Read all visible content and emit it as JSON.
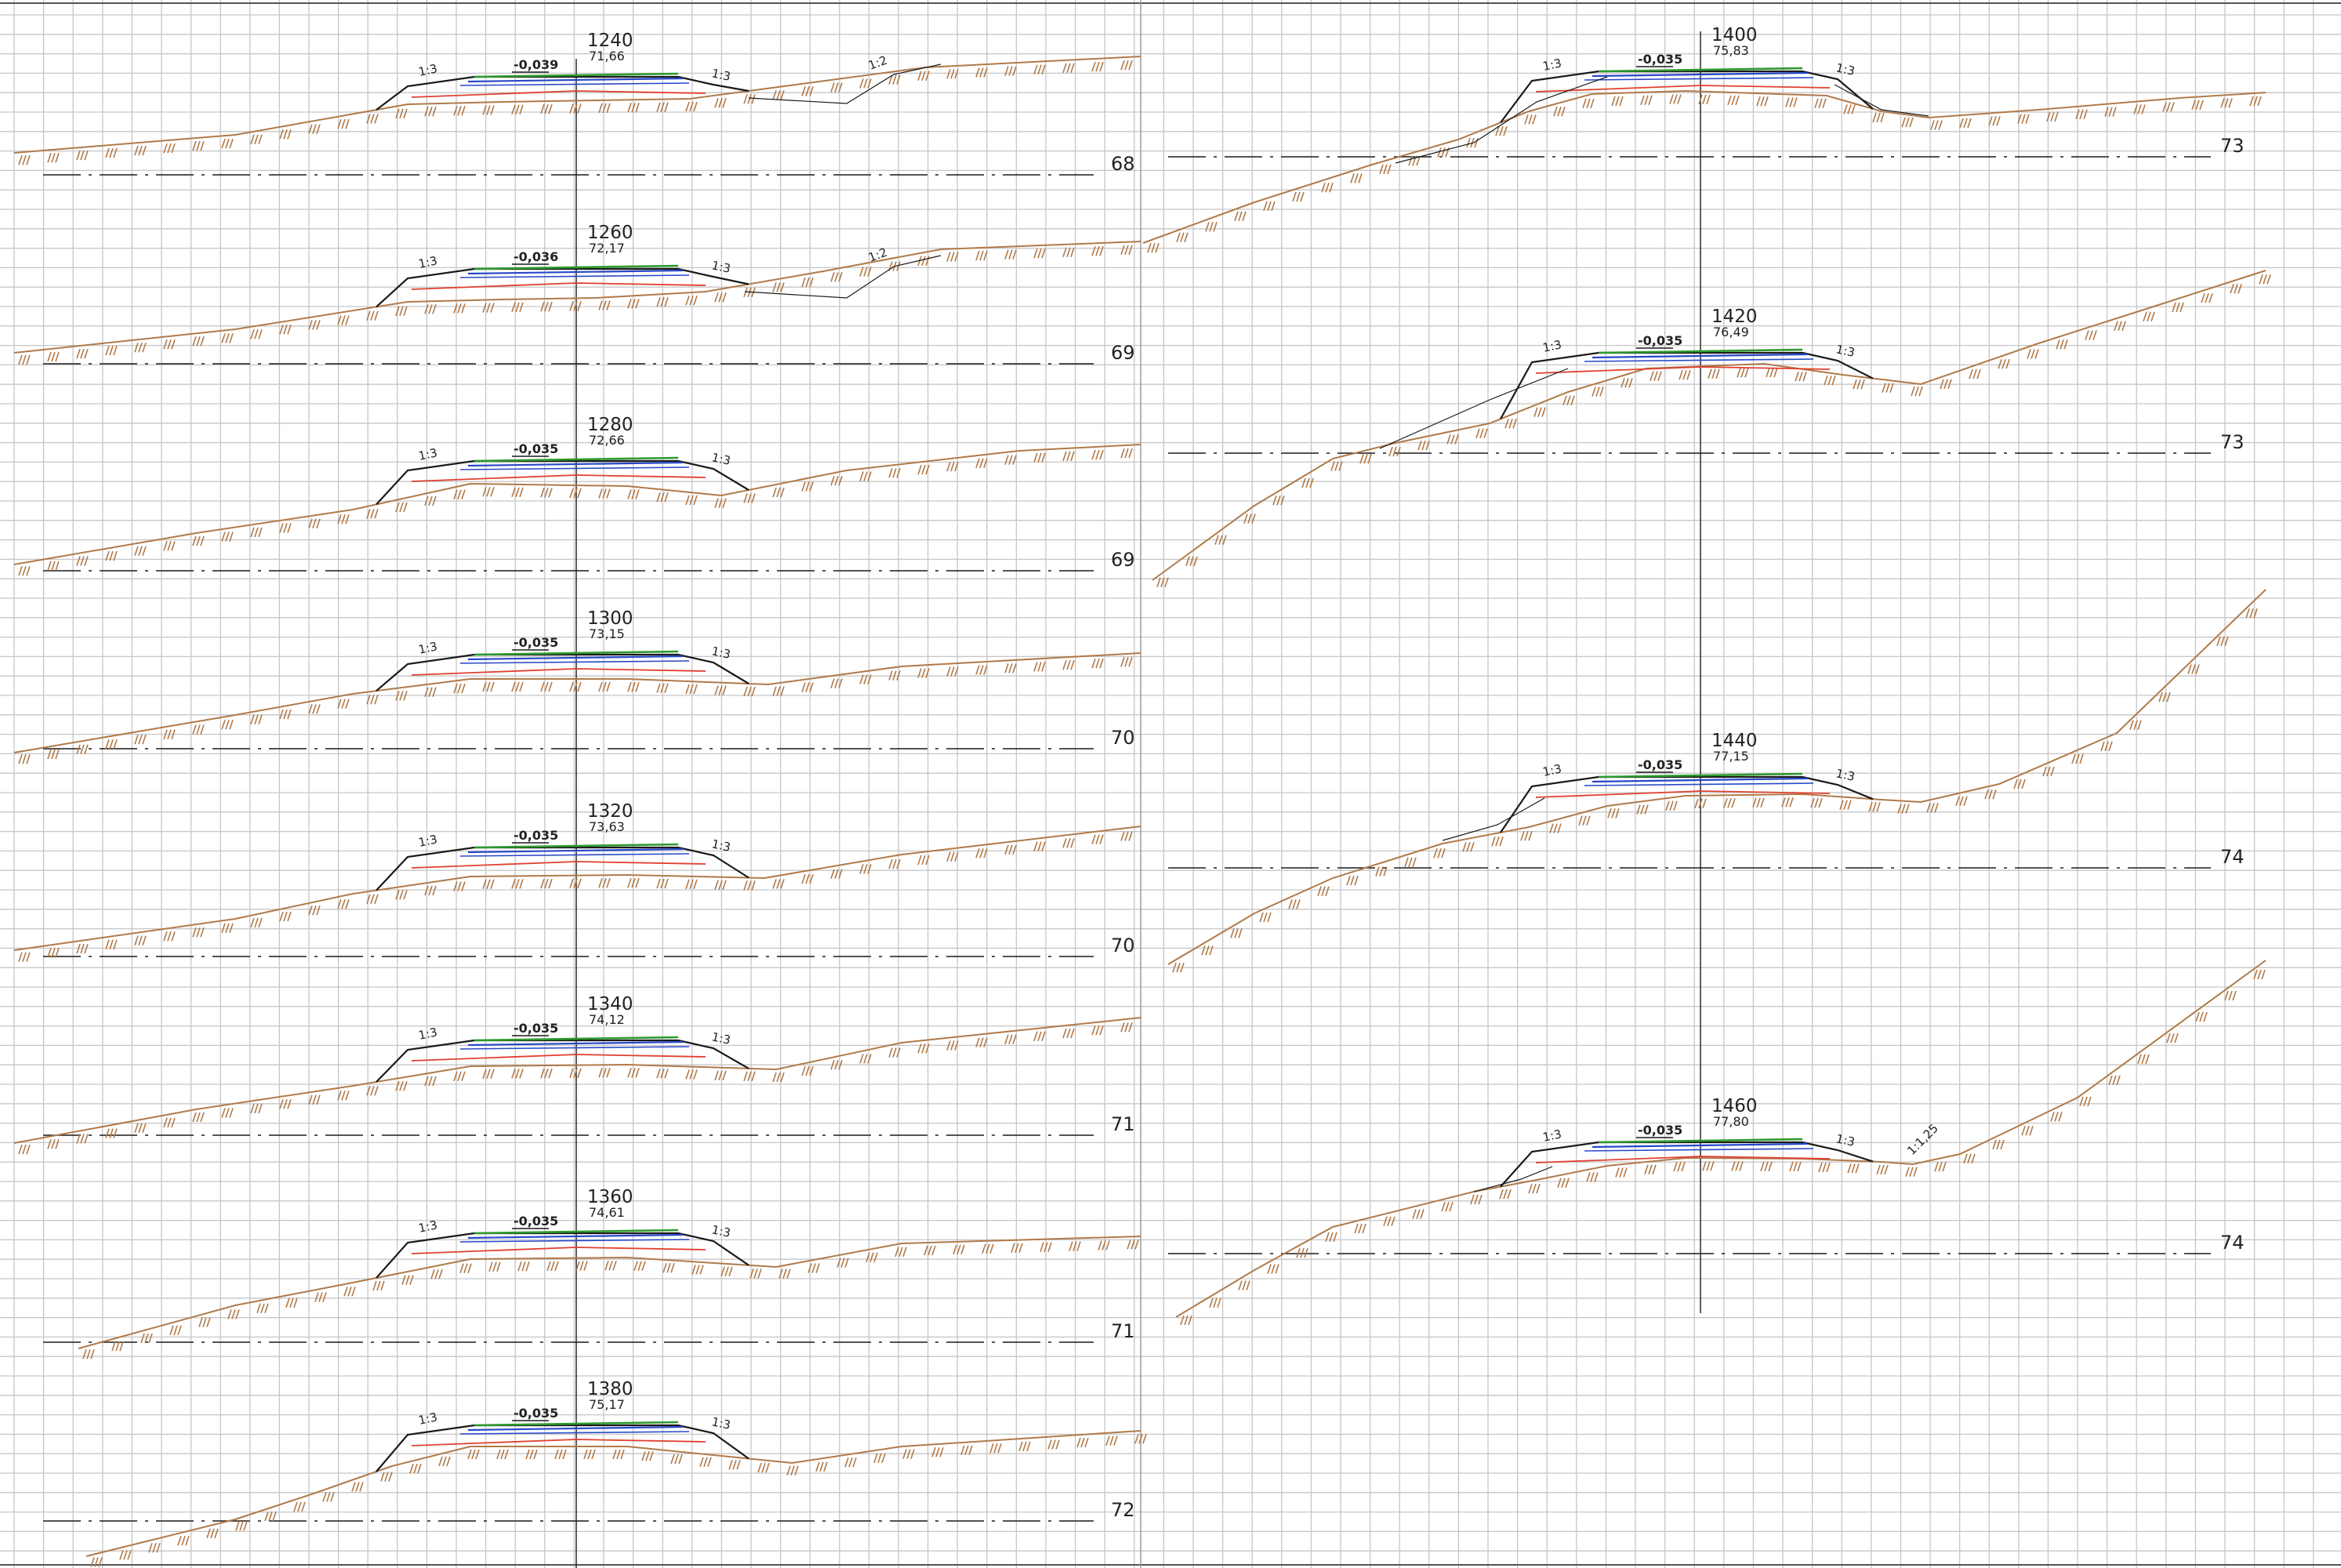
{
  "drawing": {
    "sections": [
      {
        "station": "1240",
        "elevation": "71,66",
        "crossfall": "-0,039",
        "slope_left": "1:3",
        "slope_right": "1:3",
        "slope_extra": "1:2",
        "datum": "68"
      },
      {
        "station": "1260",
        "elevation": "72,17",
        "crossfall": "-0,036",
        "slope_left": "1:3",
        "slope_right": "1:3",
        "slope_extra": "1:2",
        "datum": "69"
      },
      {
        "station": "1280",
        "elevation": "72,66",
        "crossfall": "-0,035",
        "slope_left": "1:3",
        "slope_right": "1:3",
        "datum": "69"
      },
      {
        "station": "1300",
        "elevation": "73,15",
        "crossfall": "-0,035",
        "slope_left": "1:3",
        "slope_right": "1:3",
        "datum": "70"
      },
      {
        "station": "1320",
        "elevation": "73,63",
        "crossfall": "-0,035",
        "slope_left": "1:3",
        "slope_right": "1:3",
        "datum": "70"
      },
      {
        "station": "1340",
        "elevation": "74,12",
        "crossfall": "-0,035",
        "slope_left": "1:3",
        "slope_right": "1:3",
        "datum": "71"
      },
      {
        "station": "1360",
        "elevation": "74,61",
        "crossfall": "-0,035",
        "slope_left": "1:3",
        "slope_right": "1:3",
        "datum": "71"
      },
      {
        "station": "1380",
        "elevation": "75,17",
        "crossfall": "-0,035",
        "slope_left": "1:3",
        "slope_right": "1:3",
        "datum": "72"
      },
      {
        "station": "1400",
        "elevation": "75,83",
        "crossfall": "-0,035",
        "slope_left": "1:3",
        "slope_right": "1:3",
        "datum": "73"
      },
      {
        "station": "1420",
        "elevation": "76,49",
        "crossfall": "-0,035",
        "slope_left": "1:3",
        "slope_right": "1:3",
        "datum": "73"
      },
      {
        "station": "1440",
        "elevation": "77,15",
        "crossfall": "-0,035",
        "slope_left": "1:3",
        "slope_right": "1:3",
        "datum": "74"
      },
      {
        "station": "1460",
        "elevation": "77,80",
        "crossfall": "-0,035",
        "slope_left": "1:3",
        "slope_right": "1:3",
        "slope_extra": "1:1,25",
        "datum": "74"
      }
    ]
  },
  "colors": {
    "grid": "#c6c6c6",
    "ground": "#b07a4a",
    "pavement_top": "#2e9a2e",
    "pavement_base": "#2848c8",
    "formation": "#e04030",
    "lines": "#1a1a1a",
    "background": "#ffffff"
  }
}
